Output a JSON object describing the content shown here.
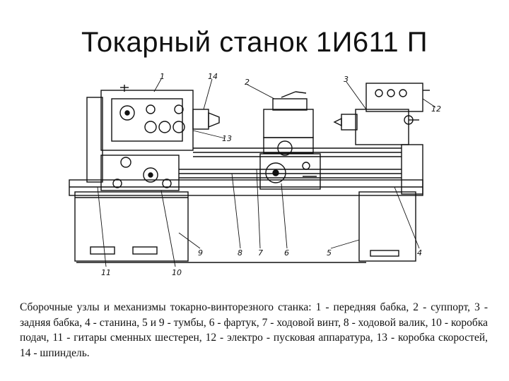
{
  "slide": {
    "title": "Токарный станок 1И611 П",
    "caption": "Сборочные узлы и механизмы токарно-винторезного станка: 1 - передняя бабка, 2 - суппорт, 3 - задняя бабка, 4 - станина, 5 и 9 - тумбы, 6 - фартук, 7 - ходовой винт, 8 - ходовой валик, 10 - коробка подач, 11 - гитары сменных шестерен, 12 - электро - пусковая аппаратура, 13 - коробка скоростей, 14 - шпиндель."
  },
  "diagram": {
    "callouts": [
      "1",
      "14",
      "2",
      "3",
      "12",
      "13",
      "11",
      "10",
      "9",
      "8",
      "7",
      "6",
      "5",
      "4"
    ]
  },
  "colors": {
    "ink": "#111111",
    "background": "#ffffff"
  }
}
